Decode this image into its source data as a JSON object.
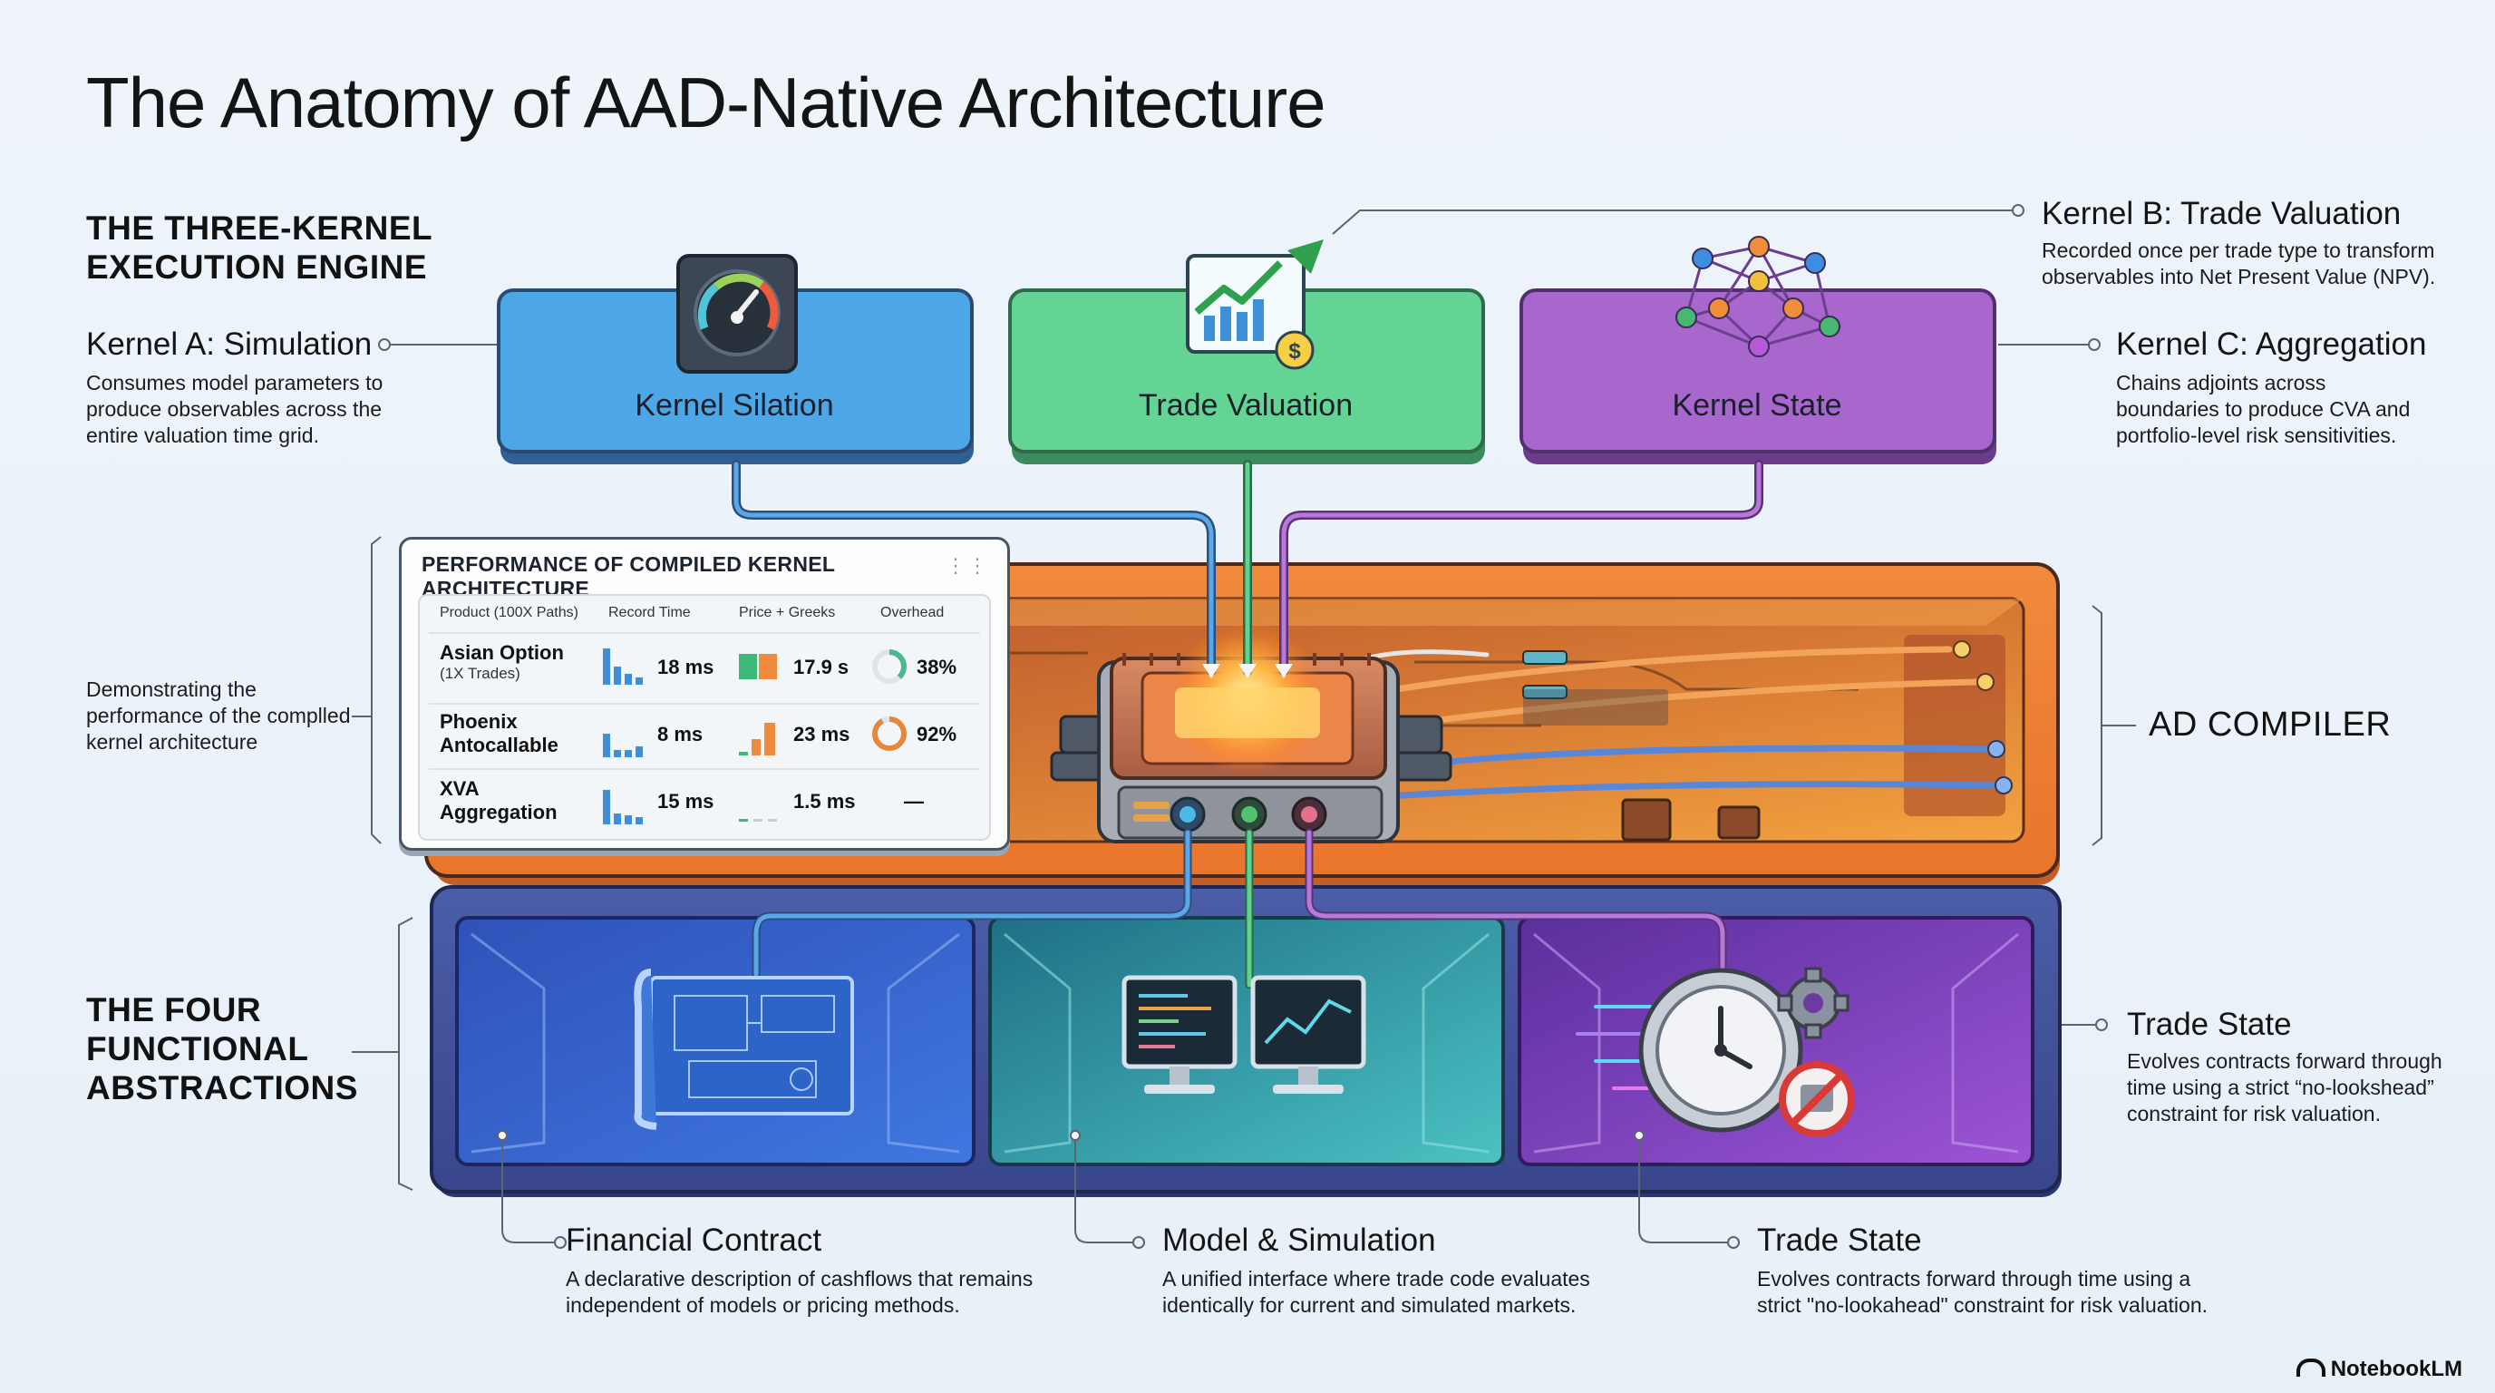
{
  "title": "The Anatomy of AAD-Native Architecture",
  "sections": {
    "engine": "THE THREE-KERNEL\nEXECUTION ENGINE",
    "abstractions": "THE FOUR\nFUNCTIONAL\nABSTRACTIONS",
    "compiler": "AD COMPILER"
  },
  "kernels": [
    {
      "label": "Kernel Silation",
      "color": "#4aa6e6",
      "icon": "gauge-icon"
    },
    {
      "label": "Trade Valuation",
      "color": "#5fd38f",
      "icon": "growth-chart-icon"
    },
    {
      "label": "Kernel State",
      "color": "#a566cc",
      "icon": "network-icon"
    }
  ],
  "callouts": {
    "kernel_a": {
      "heading": "Kernel A: Simulation",
      "desc": "Consumes model parameters to\nproduce observables across the\nentire valuation time grid."
    },
    "kernel_b": {
      "heading": "Kernel B: Trade Valuation",
      "desc": "Recorded once per trade type to transform\nobservables into Net Present Value (NPV)."
    },
    "kernel_c": {
      "heading": "Kernel C: Aggregation",
      "desc": "Chains adjoints across\nboundaries to produce CVA and\nportfolio-level risk sensitivities."
    },
    "perf_note": "Demonstrating the\nperformance of the complled\nkernel architecture",
    "trade_state_right": {
      "heading": "Trade State",
      "desc": "Evolves contracts forward through\ntime using a strict “no-lookshead”\nconstraint for risk valuation."
    },
    "financial_contract": {
      "heading": "Financial Contract",
      "desc": "A declarative description of cashflows that remains\nindependent of models or pricing methods."
    },
    "model_sim": {
      "heading": "Model & Simulation",
      "desc": "A unified interface where trade code evaluates\nidentically for current and simulated markets."
    },
    "trade_state_bottom": {
      "heading": "Trade State",
      "desc": "Evolves contracts forward through time using a\nstrict \"no-lookahead\" constraint for risk valuation."
    }
  },
  "perf_table": {
    "title": "PERFORMANCE OF COMPILED KERNEL ARCHITECTURE",
    "headers": [
      "Product (100X Paths)",
      "Record Time",
      "Price + Greeks",
      "Overhead"
    ],
    "rows": [
      {
        "product": "Asian Option",
        "sub": "(1X Trades)",
        "record": "18 ms",
        "price": "17.9 s",
        "overhead": "38%",
        "overhead_pct": 38,
        "ring_color": "#4cb890"
      },
      {
        "product": "Phoenix\nAntocallable",
        "sub": "",
        "record": "8 ms",
        "price": "23 ms",
        "overhead": "92%",
        "overhead_pct": 92,
        "ring_color": "#e8863a"
      },
      {
        "product": "XVA\nAggregation",
        "sub": "",
        "record": "15 ms",
        "price": "1.5 ms",
        "overhead": "—",
        "overhead_pct": 0,
        "ring_color": "#cccccc"
      }
    ]
  },
  "brand": "NotebookLM"
}
